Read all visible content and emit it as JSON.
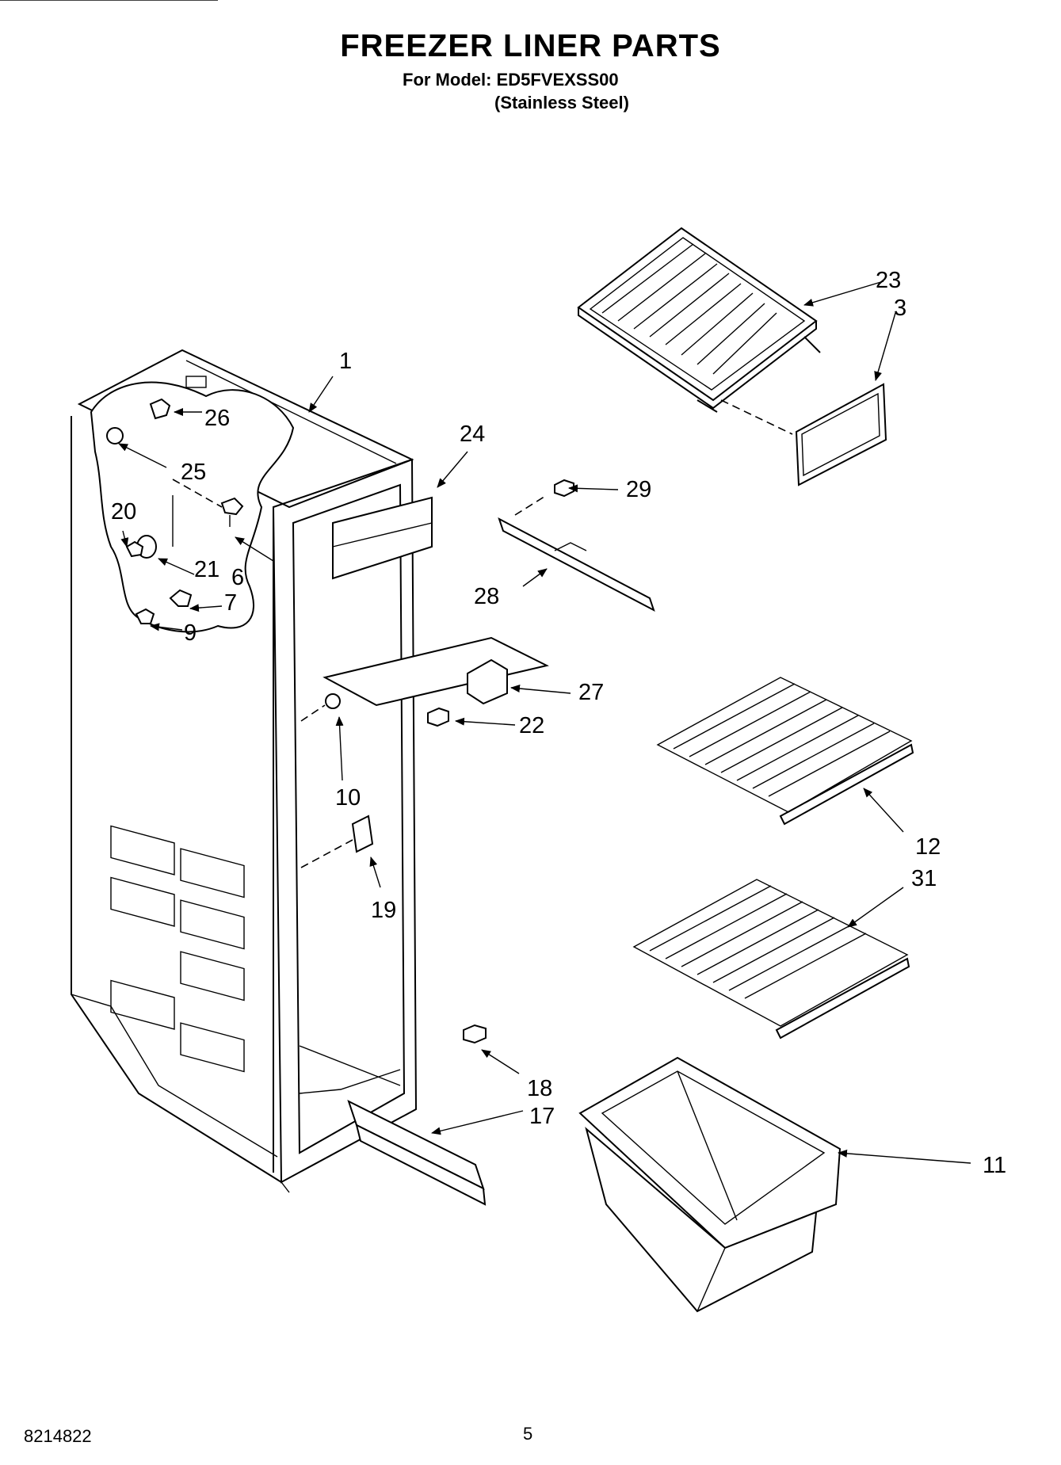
{
  "header": {
    "title": "FREEZER LINER PARTS",
    "model_line": "For Model: ED5FVEXSS00",
    "variant_line": "(Stainless Steel)"
  },
  "footer": {
    "doc_number": "8214822",
    "page_number": "5"
  },
  "callouts": [
    {
      "id": "c1",
      "label": "1"
    },
    {
      "id": "c3",
      "label": "3"
    },
    {
      "id": "c6",
      "label": "6"
    },
    {
      "id": "c7",
      "label": "7"
    },
    {
      "id": "c9",
      "label": "9"
    },
    {
      "id": "c10",
      "label": "10"
    },
    {
      "id": "c11",
      "label": "11"
    },
    {
      "id": "c12",
      "label": "12"
    },
    {
      "id": "c17",
      "label": "17"
    },
    {
      "id": "c18",
      "label": "18"
    },
    {
      "id": "c19",
      "label": "19"
    },
    {
      "id": "c20",
      "label": "20"
    },
    {
      "id": "c21",
      "label": "21"
    },
    {
      "id": "c22",
      "label": "22"
    },
    {
      "id": "c23",
      "label": "23"
    },
    {
      "id": "c24",
      "label": "24"
    },
    {
      "id": "c25",
      "label": "25"
    },
    {
      "id": "c26",
      "label": "26"
    },
    {
      "id": "c27",
      "label": "27"
    },
    {
      "id": "c28",
      "label": "28"
    },
    {
      "id": "c29",
      "label": "29"
    },
    {
      "id": "c31",
      "label": "31"
    }
  ]
}
